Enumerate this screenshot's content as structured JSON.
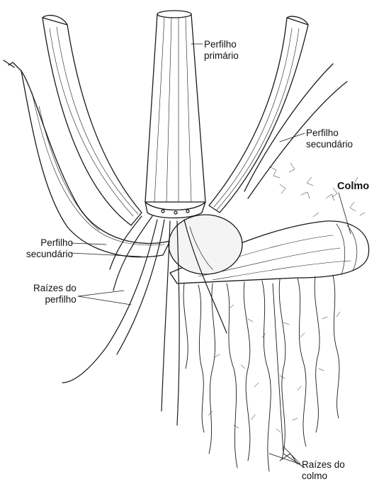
{
  "labels": {
    "perfilho_primario": [
      "Perfilho",
      "primário"
    ],
    "perfilho_secundario_right": [
      "Perfilho",
      "secundário"
    ],
    "colmo": "Colmo",
    "perfilho_secundario_left": [
      "Perfilho",
      "secundário"
    ],
    "raizes_perfilho": [
      "Raízes do",
      "perfilho"
    ],
    "raizes_colmo": [
      "Raízes do",
      "colmo"
    ]
  },
  "colors": {
    "ink": "#1a1a1a",
    "background": "#ffffff"
  }
}
